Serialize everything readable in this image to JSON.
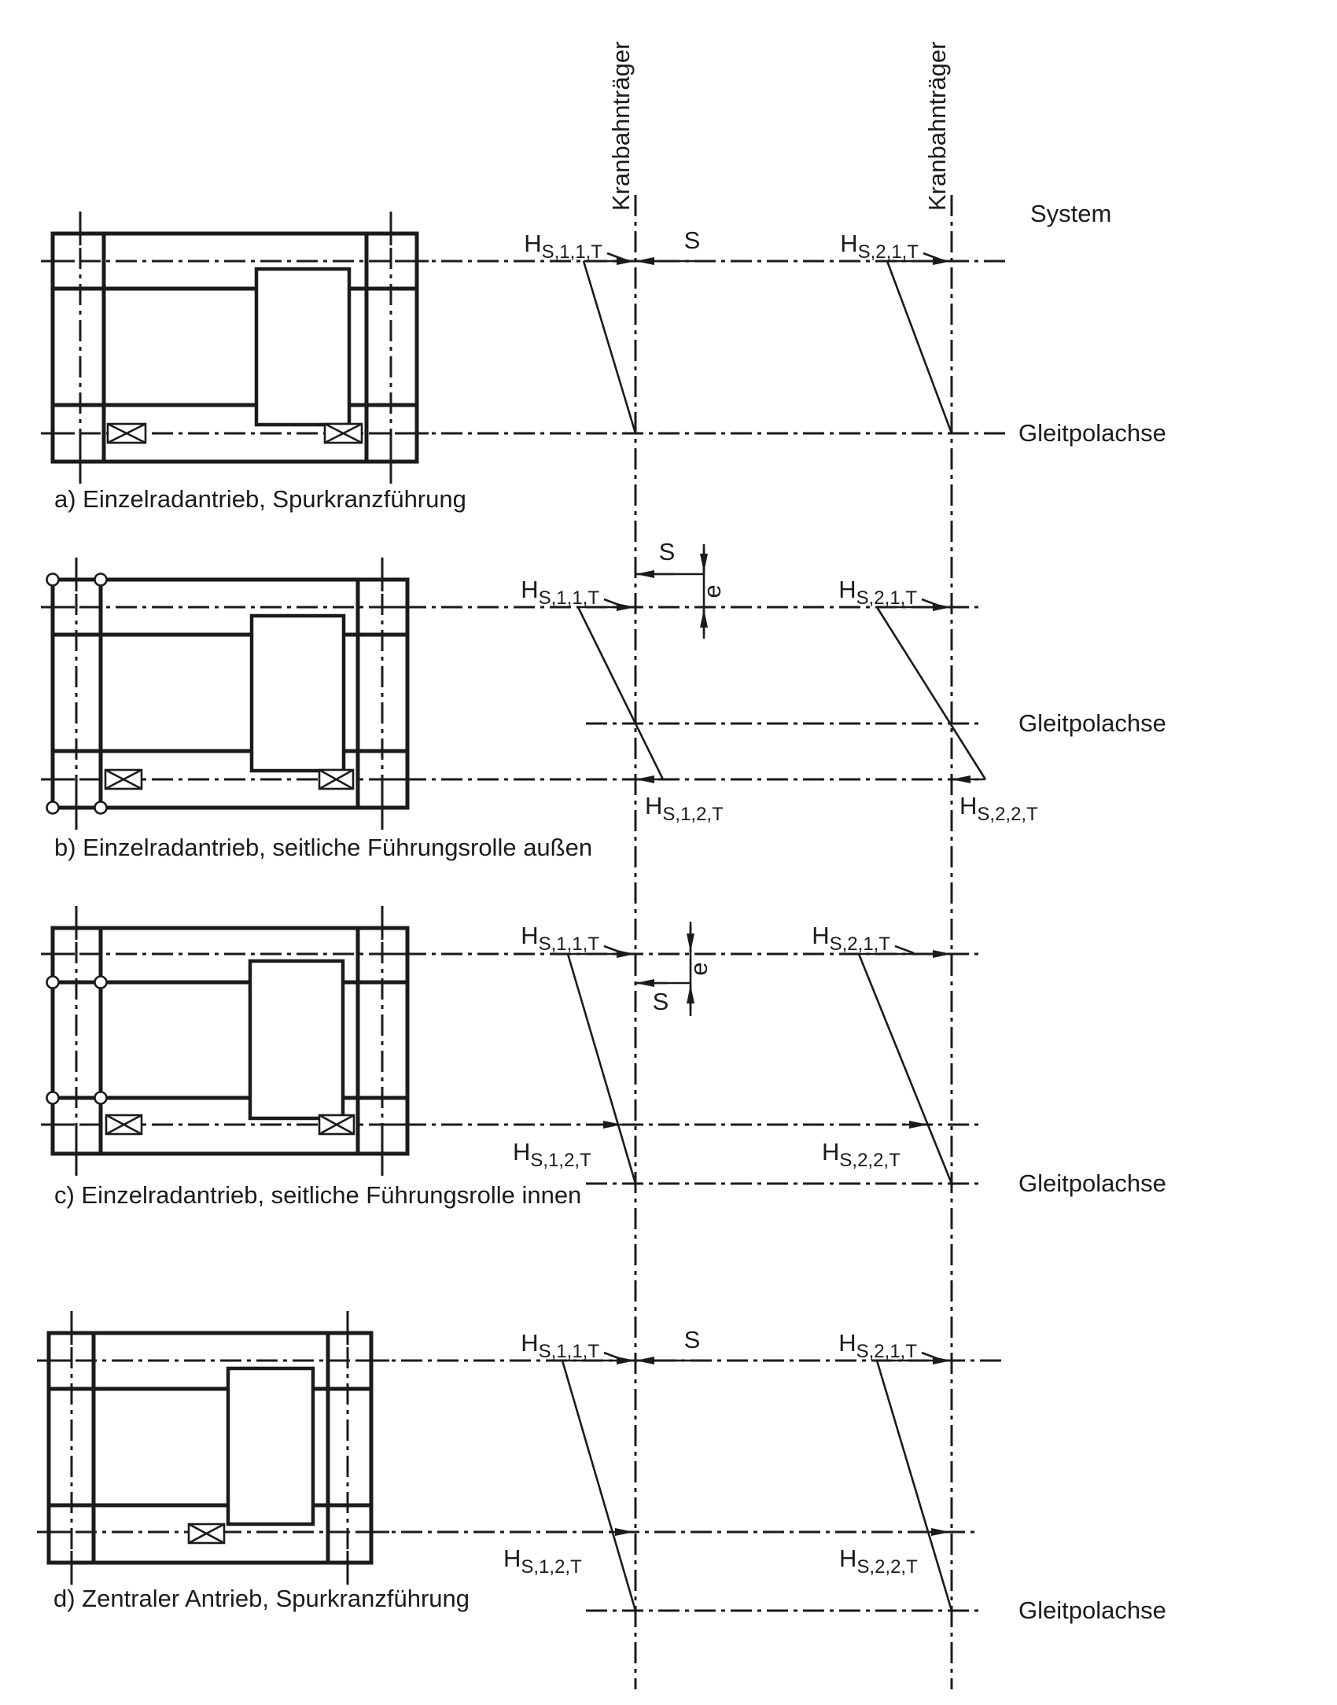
{
  "figure": {
    "girder1_label": "Kranbahnträger",
    "girder2_label": "Kranbahnträger",
    "system_label": "System",
    "gleitpolachse_label": "Gleitpolachse",
    "h_symbol": "H",
    "s_symbol": "S",
    "e_symbol": "e",
    "subscripts": {
      "s11": "S,1,1,T",
      "s21": "S,2,1,T",
      "s12": "S,1,2,T",
      "s22": "S,2,2,T"
    },
    "captions": {
      "a": "a) Einzelradantrieb, Spurkranzführung",
      "b": "b) Einzelradantrieb, seitliche Führungsrolle außen",
      "c": "c) Einzelradantrieb, seitliche Führungsrolle innen",
      "d": "d) Zentraler Antrieb, Spurkranzführung"
    }
  }
}
